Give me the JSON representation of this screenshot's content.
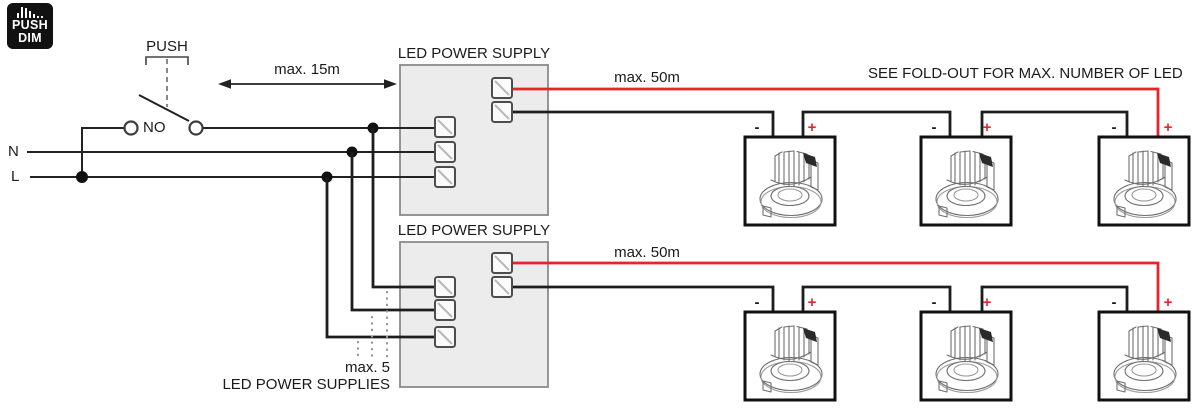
{
  "logo": {
    "top": "PUSH",
    "bottom": "DIM"
  },
  "switch": {
    "push_label": "PUSH",
    "no_label": "NO"
  },
  "mains": {
    "neutral_label": "N",
    "line_label": "L"
  },
  "supplies": {
    "supply1_title": "LED POWER SUPPLY",
    "supply2_title": "LED POWER SUPPLY"
  },
  "measurements": {
    "max_15m": "max. 15m",
    "max_50m_top": "max. 50m",
    "max_50m_bottom": "max. 50m",
    "max_supplies_line1": "max. 5",
    "max_supplies_line2": "LED POWER SUPPLIES"
  },
  "notes": {
    "foldout": "SEE FOLD-OUT FOR MAX. NUMBER OF LED"
  },
  "polarity": {
    "minus": "-",
    "plus": "+"
  },
  "colors": {
    "wire_black": "#1d1d1d",
    "wire_red": "#e8242b",
    "supply_fill": "#ececec",
    "supply_border": "#8a8a8a",
    "logo_bg": "#111111"
  }
}
